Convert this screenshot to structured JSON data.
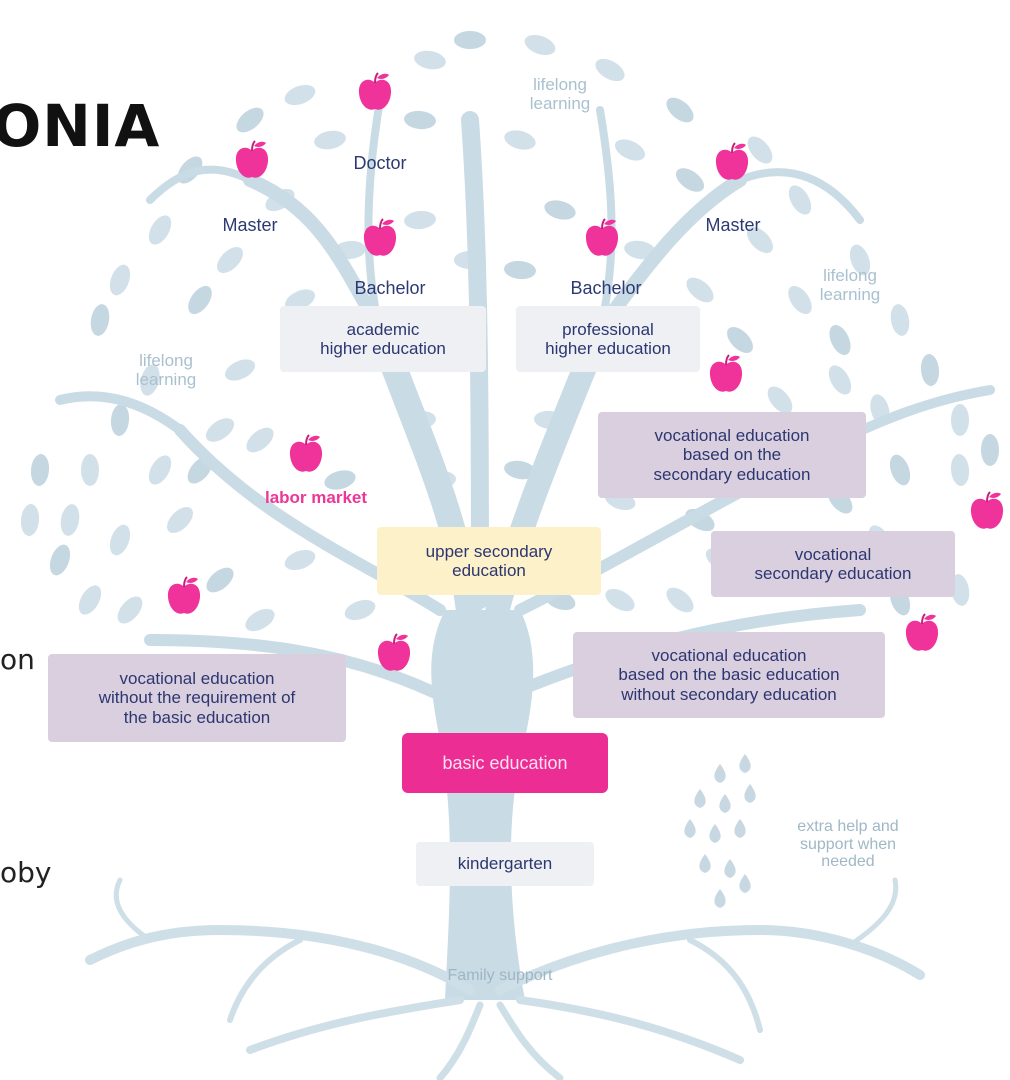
{
  "heading_fragment": "ONIA",
  "left_fragments": [
    "on",
    "oby"
  ],
  "degrees": {
    "doctor": "Doctor",
    "master_left": "Master",
    "master_right": "Master",
    "bachelor_left": "Bachelor",
    "bachelor_right": "Bachelor"
  },
  "boxes": {
    "academic": "academic\nhigher education",
    "professional": "professional\nhigher education",
    "voc_secondary_based": "vocational education\nbased on the\nsecondary education",
    "upper_secondary": "upper secondary\neducation",
    "voc_secondary": "vocational\nsecondary education",
    "voc_basic_based": "vocational education\nbased on the basic education\nwithout secondary education",
    "voc_no_basic": "vocational education\nwithout the requirement of\nthe basic education",
    "basic": "basic education",
    "kindergarten": "kindergarten"
  },
  "labels": {
    "lifelong_top": "lifelong\nlearning",
    "lifelong_right": "lifelong\nlearning",
    "lifelong_left": "lifelong\nlearning",
    "labor_market": "labor market",
    "extra_help": "extra help and\nsupport when\nneeded",
    "family_support": "Family support"
  },
  "colors": {
    "accent_pink": "#ec2d94",
    "apple": "#f0339a",
    "tree": "#c9dbe5",
    "purple_box": "#dacfdf",
    "yellow_box": "#fcf1c9",
    "grey_box": "#eef0f3",
    "text_navy": "#2c3670"
  },
  "icons": [
    "apple-icon",
    "water-drop-icon",
    "leaf-icon"
  ]
}
